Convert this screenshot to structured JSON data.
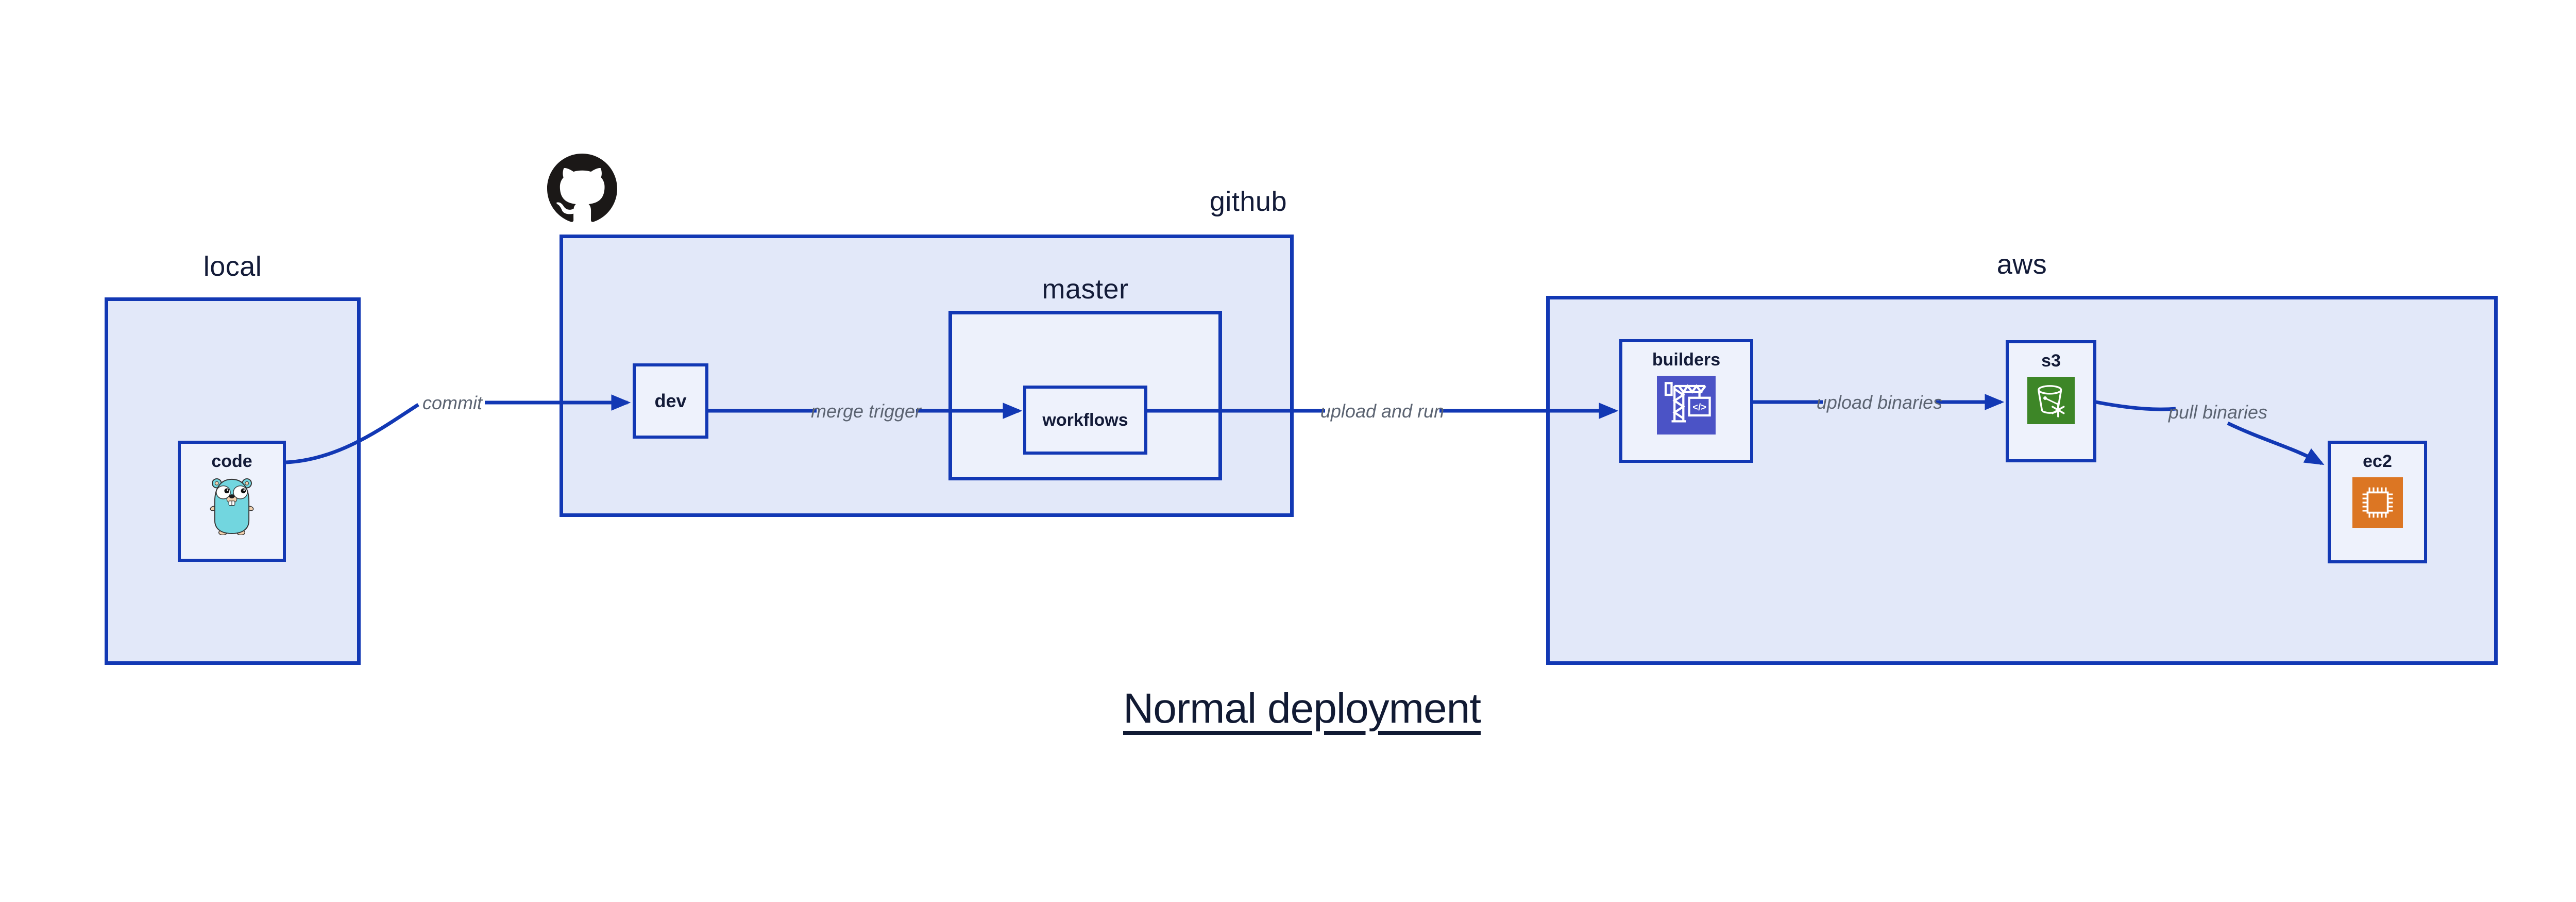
{
  "title": {
    "text": "Normal deployment"
  },
  "containers": {
    "local": {
      "label": "local"
    },
    "github": {
      "label": "github"
    },
    "master": {
      "label": "master"
    },
    "aws": {
      "label": "aws"
    }
  },
  "nodes": {
    "code": {
      "label": "code",
      "icon": "go-gopher-icon"
    },
    "dev": {
      "label": "dev"
    },
    "workflows": {
      "label": "workflows"
    },
    "builders": {
      "label": "builders",
      "icon": "aws-codebuild-crane-icon"
    },
    "s3": {
      "label": "s3",
      "icon": "s3-bucket-icon"
    },
    "ec2": {
      "label": "ec2",
      "icon": "ec2-chip-icon"
    }
  },
  "edges": [
    {
      "from": "code",
      "to": "dev",
      "label": "commit"
    },
    {
      "from": "dev",
      "to": "workflows",
      "label": "merge trigger"
    },
    {
      "from": "workflows",
      "to": "builders",
      "label": "upload and run"
    },
    {
      "from": "builders",
      "to": "s3",
      "label": "upload binaries"
    },
    {
      "from": "s3",
      "to": "ec2",
      "label": "pull binaries"
    }
  ],
  "icons": {
    "github_logo": "github-octocat-logo"
  },
  "colors": {
    "container_fill": "#e2e8f9",
    "master_fill": "#edf1fb",
    "node_fill": "#eef2fc",
    "line_blue": "#1238b4",
    "text_dark": "#131b38",
    "edge_label_gray": "#5c6472",
    "codebuild_indigo": "#4b53c6",
    "s3_green": "#3d8627",
    "ec2_orange": "#dc7623",
    "gopher_teal": "#72d6df",
    "github_black": "#1b1817"
  }
}
